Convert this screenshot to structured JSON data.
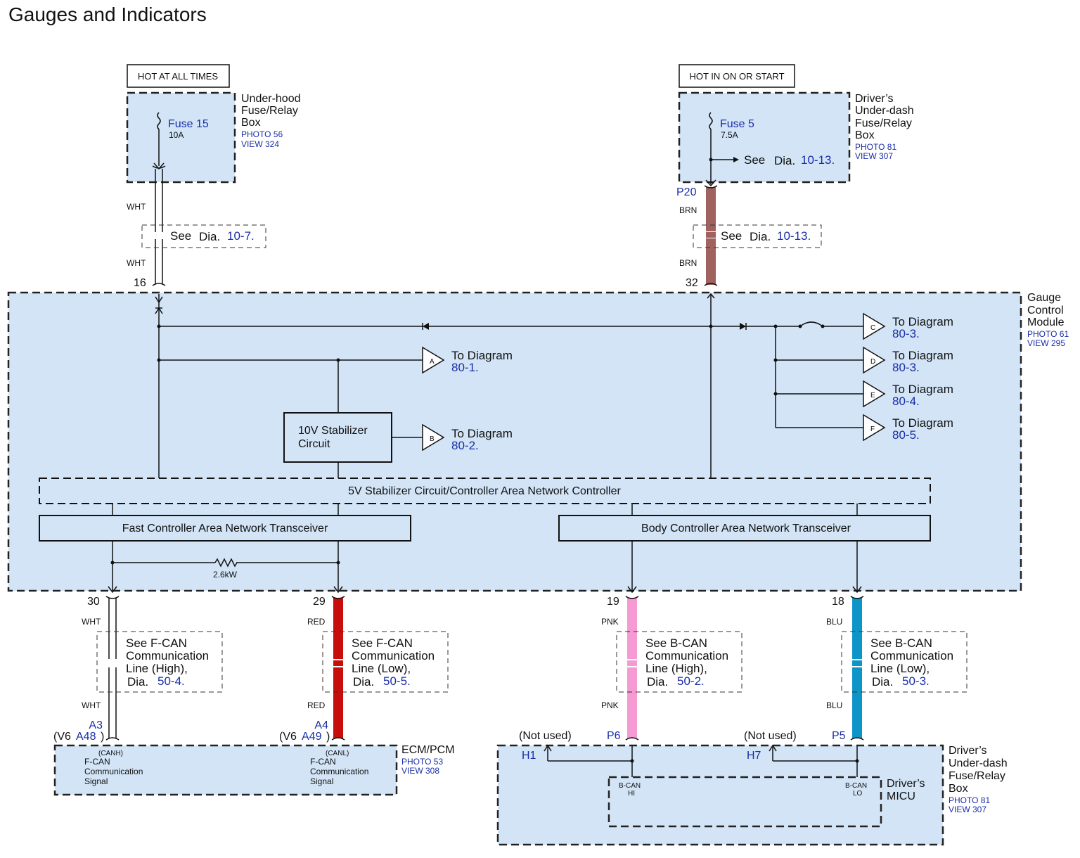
{
  "page_title": "Gauges and Indicators",
  "power_left": {
    "hot_label": "HOT AT ALL TIMES",
    "fuse_name": "Fuse 15",
    "fuse_rating": "10A",
    "box_name": [
      "Under-hood",
      "Fuse/Relay",
      "Box"
    ],
    "photo": "PHOTO 56",
    "view": "VIEW 324",
    "wire_top": "WHT",
    "wire_bottom": "WHT",
    "see_text": "See",
    "see_dia": "Dia.",
    "see_num": "10-7.",
    "pin": "16"
  },
  "power_right": {
    "hot_label": "HOT IN ON OR START",
    "fuse_name": "Fuse 5",
    "fuse_rating": "7.5A",
    "see_inline": "See",
    "see_inline_dia": "Dia.",
    "see_inline_num": "10-13.",
    "box_name": [
      "Driver’s",
      "Under-dash",
      "Fuse/Relay",
      "Box"
    ],
    "photo": "PHOTO 81",
    "view": "VIEW 307",
    "connector": "P20",
    "wire_top": "BRN",
    "wire_bottom": "BRN",
    "see_text": "See",
    "see_dia": "Dia.",
    "see_num": "10-13.",
    "pin": "32"
  },
  "gauge_module": {
    "name": [
      "Gauge",
      "Control",
      "Module"
    ],
    "photo": "PHOTO 61",
    "view": "VIEW 295",
    "stabilizer_10v": [
      "10V Stabilizer",
      "Circuit"
    ],
    "stabilizer_5v": "5V Stabilizer Circuit/Controller Area Network Controller",
    "fast_can": "Fast Controller Area Network Transceiver",
    "body_can": "Body Controller Area Network Transceiver",
    "resistor": "2.6kW",
    "outputs": [
      {
        "letter": "A",
        "to": "To Diagram",
        "num": "80-1."
      },
      {
        "letter": "B",
        "to": "To Diagram",
        "num": "80-2."
      },
      {
        "letter": "C",
        "to": "To Diagram",
        "num": "80-3."
      },
      {
        "letter": "D",
        "to": "To Diagram",
        "num": "80-3."
      },
      {
        "letter": "E",
        "to": "To Diagram",
        "num": "80-4."
      },
      {
        "letter": "F",
        "to": "To Diagram",
        "num": "80-5."
      }
    ]
  },
  "can_wires": [
    {
      "pin": "30",
      "color_name": "WHT",
      "color_name2": "WHT",
      "color": "#ffffff",
      "see": [
        "See F-CAN",
        "Communication",
        "Line (High),"
      ],
      "dia": "Dia.",
      "num": "50-4.",
      "term": "A3",
      "term2_prefix": "(V6",
      "term2": "A48",
      "term2_suffix": ")"
    },
    {
      "pin": "29",
      "color_name": "RED",
      "color_name2": "RED",
      "color": "#c80d0d",
      "see": [
        "See F-CAN",
        "Communication",
        "Line (Low),"
      ],
      "dia": "Dia.",
      "num": "50-5.",
      "term": "A4",
      "term2_prefix": "(V6",
      "term2": "A49",
      "term2_suffix": ")"
    },
    {
      "pin": "19",
      "color_name": "PNK",
      "color_name2": "PNK",
      "color": "#f59ad2",
      "see": [
        "See B-CAN",
        "Communication",
        "Line (High),"
      ],
      "dia": "Dia.",
      "num": "50-2.",
      "term": "P6"
    },
    {
      "pin": "18",
      "color_name": "BLU",
      "color_name2": "BLU",
      "color": "#0d95c8",
      "see": [
        "See B-CAN",
        "Communication",
        "Line (Low),"
      ],
      "dia": "Dia.",
      "num": "50-3.",
      "term": "P5"
    }
  ],
  "ecm": {
    "name": "ECM/PCM",
    "photo": "PHOTO 53",
    "view": "VIEW 308",
    "canh": "(CANH)",
    "canl": "(CANL)",
    "signal": [
      "F-CAN",
      "Communication",
      "Signal"
    ]
  },
  "micu_box": {
    "name": [
      "Driver’s",
      "Under-dash",
      "Fuse/Relay",
      "Box"
    ],
    "photo": "PHOTO 81",
    "view": "VIEW 307",
    "micu_name": [
      "Driver’s",
      "MICU"
    ],
    "not_used_1": "(Not used)",
    "not_used_2": "(Not used)",
    "h1": "H1",
    "h7": "H7",
    "bcan_hi": [
      "B-CAN",
      "HI"
    ],
    "bcan_lo": [
      "B-CAN",
      "LO"
    ]
  },
  "colors": {
    "module_fill": "#d2e4f6",
    "ref_blue": "#1a2ea8",
    "brn_wire": "#a0625e"
  }
}
